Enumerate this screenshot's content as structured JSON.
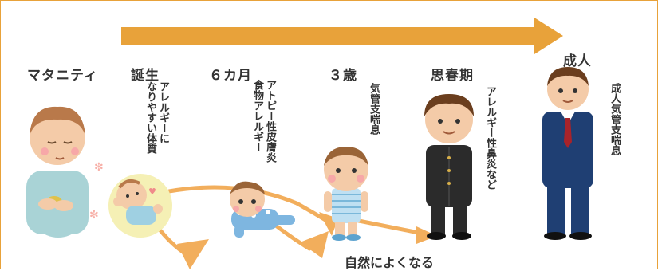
{
  "stages": {
    "maternity": "マタニティ",
    "birth": "誕生",
    "six_months": "６カ月",
    "three_years": "３歳",
    "puberty": "思春期",
    "adult": "成人"
  },
  "conditions": {
    "birth": "アレルギーに\nなりやすい体質",
    "six_months": "アトピー性皮膚炎\n食物アレルギー",
    "three_years": "気管支喘息",
    "puberty": "アレルギー性鼻炎など",
    "adult": "成人気管支喘息"
  },
  "outcome": "自然によくなる",
  "colors": {
    "timeline_arrow": "#e8a23a",
    "progress_arrows": "#f2ae5c",
    "frame": "#e8a23a"
  }
}
